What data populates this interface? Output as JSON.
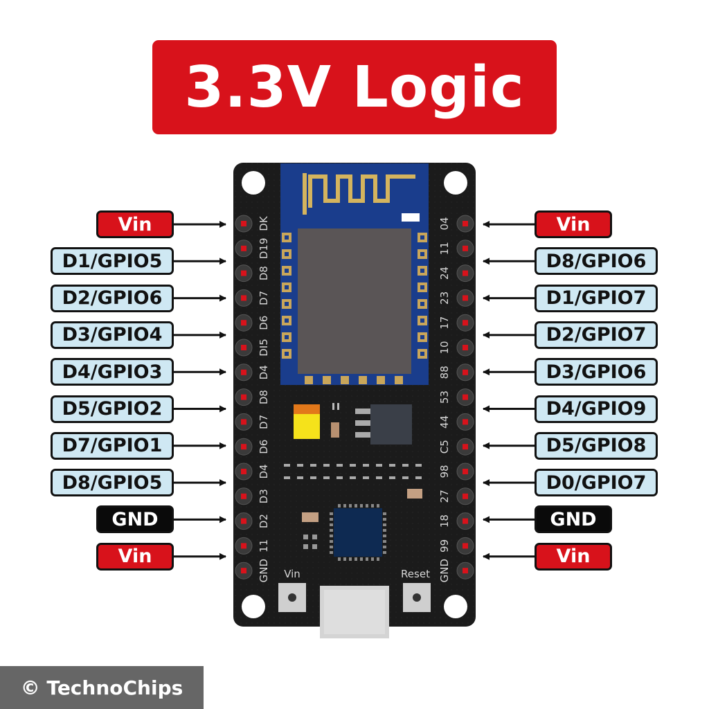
{
  "title": "3.3V Logic",
  "board": {
    "left_header": [
      "DK",
      "D19",
      "D8",
      "D7",
      "D6",
      "DI5",
      "D4",
      "D8",
      "D7",
      "D6",
      "D4",
      "D3",
      "D2",
      "11",
      "GND"
    ],
    "right_header": [
      "04",
      "11",
      "24",
      "23",
      "17",
      "10",
      "88",
      "53",
      "44",
      "C5",
      "98",
      "27",
      "18",
      "99",
      "GND"
    ],
    "vin_button_label": "Vin",
    "reset_button_label": "Reset"
  },
  "left_labels": [
    {
      "text": "Vin",
      "style": "red"
    },
    {
      "text": "D1/GPIO5",
      "style": "blue"
    },
    {
      "text": "D2/GPIO6",
      "style": "blue"
    },
    {
      "text": "D3/GPIO4",
      "style": "blue"
    },
    {
      "text": "D4/GPIO3",
      "style": "blue"
    },
    {
      "text": "D5/GPIO2",
      "style": "blue"
    },
    {
      "text": "D7/GPIO1",
      "style": "blue"
    },
    {
      "text": "D8/GPIO5",
      "style": "blue"
    },
    {
      "text": "GND",
      "style": "black"
    },
    {
      "text": "Vin",
      "style": "red"
    }
  ],
  "right_labels": [
    {
      "text": "Vin",
      "style": "red"
    },
    {
      "text": "D8/GPIO6",
      "style": "blue"
    },
    {
      "text": "D1/GPIO7",
      "style": "blue"
    },
    {
      "text": "D2/GPIO7",
      "style": "blue"
    },
    {
      "text": "D3/GPIO6",
      "style": "blue"
    },
    {
      "text": "D4/GPIO9",
      "style": "blue"
    },
    {
      "text": "D5/GPIO8",
      "style": "blue"
    },
    {
      "text": "D0/GPIO7",
      "style": "blue"
    },
    {
      "text": "GND",
      "style": "black"
    },
    {
      "text": "Vin",
      "style": "red"
    }
  ],
  "copyright": "© TechnoChips",
  "colors": {
    "red": "#d8121b",
    "blue": "#cfe8f3",
    "black": "#0a0a0a",
    "pcb": "#1b1b1b",
    "module": "#1a3d8c"
  }
}
